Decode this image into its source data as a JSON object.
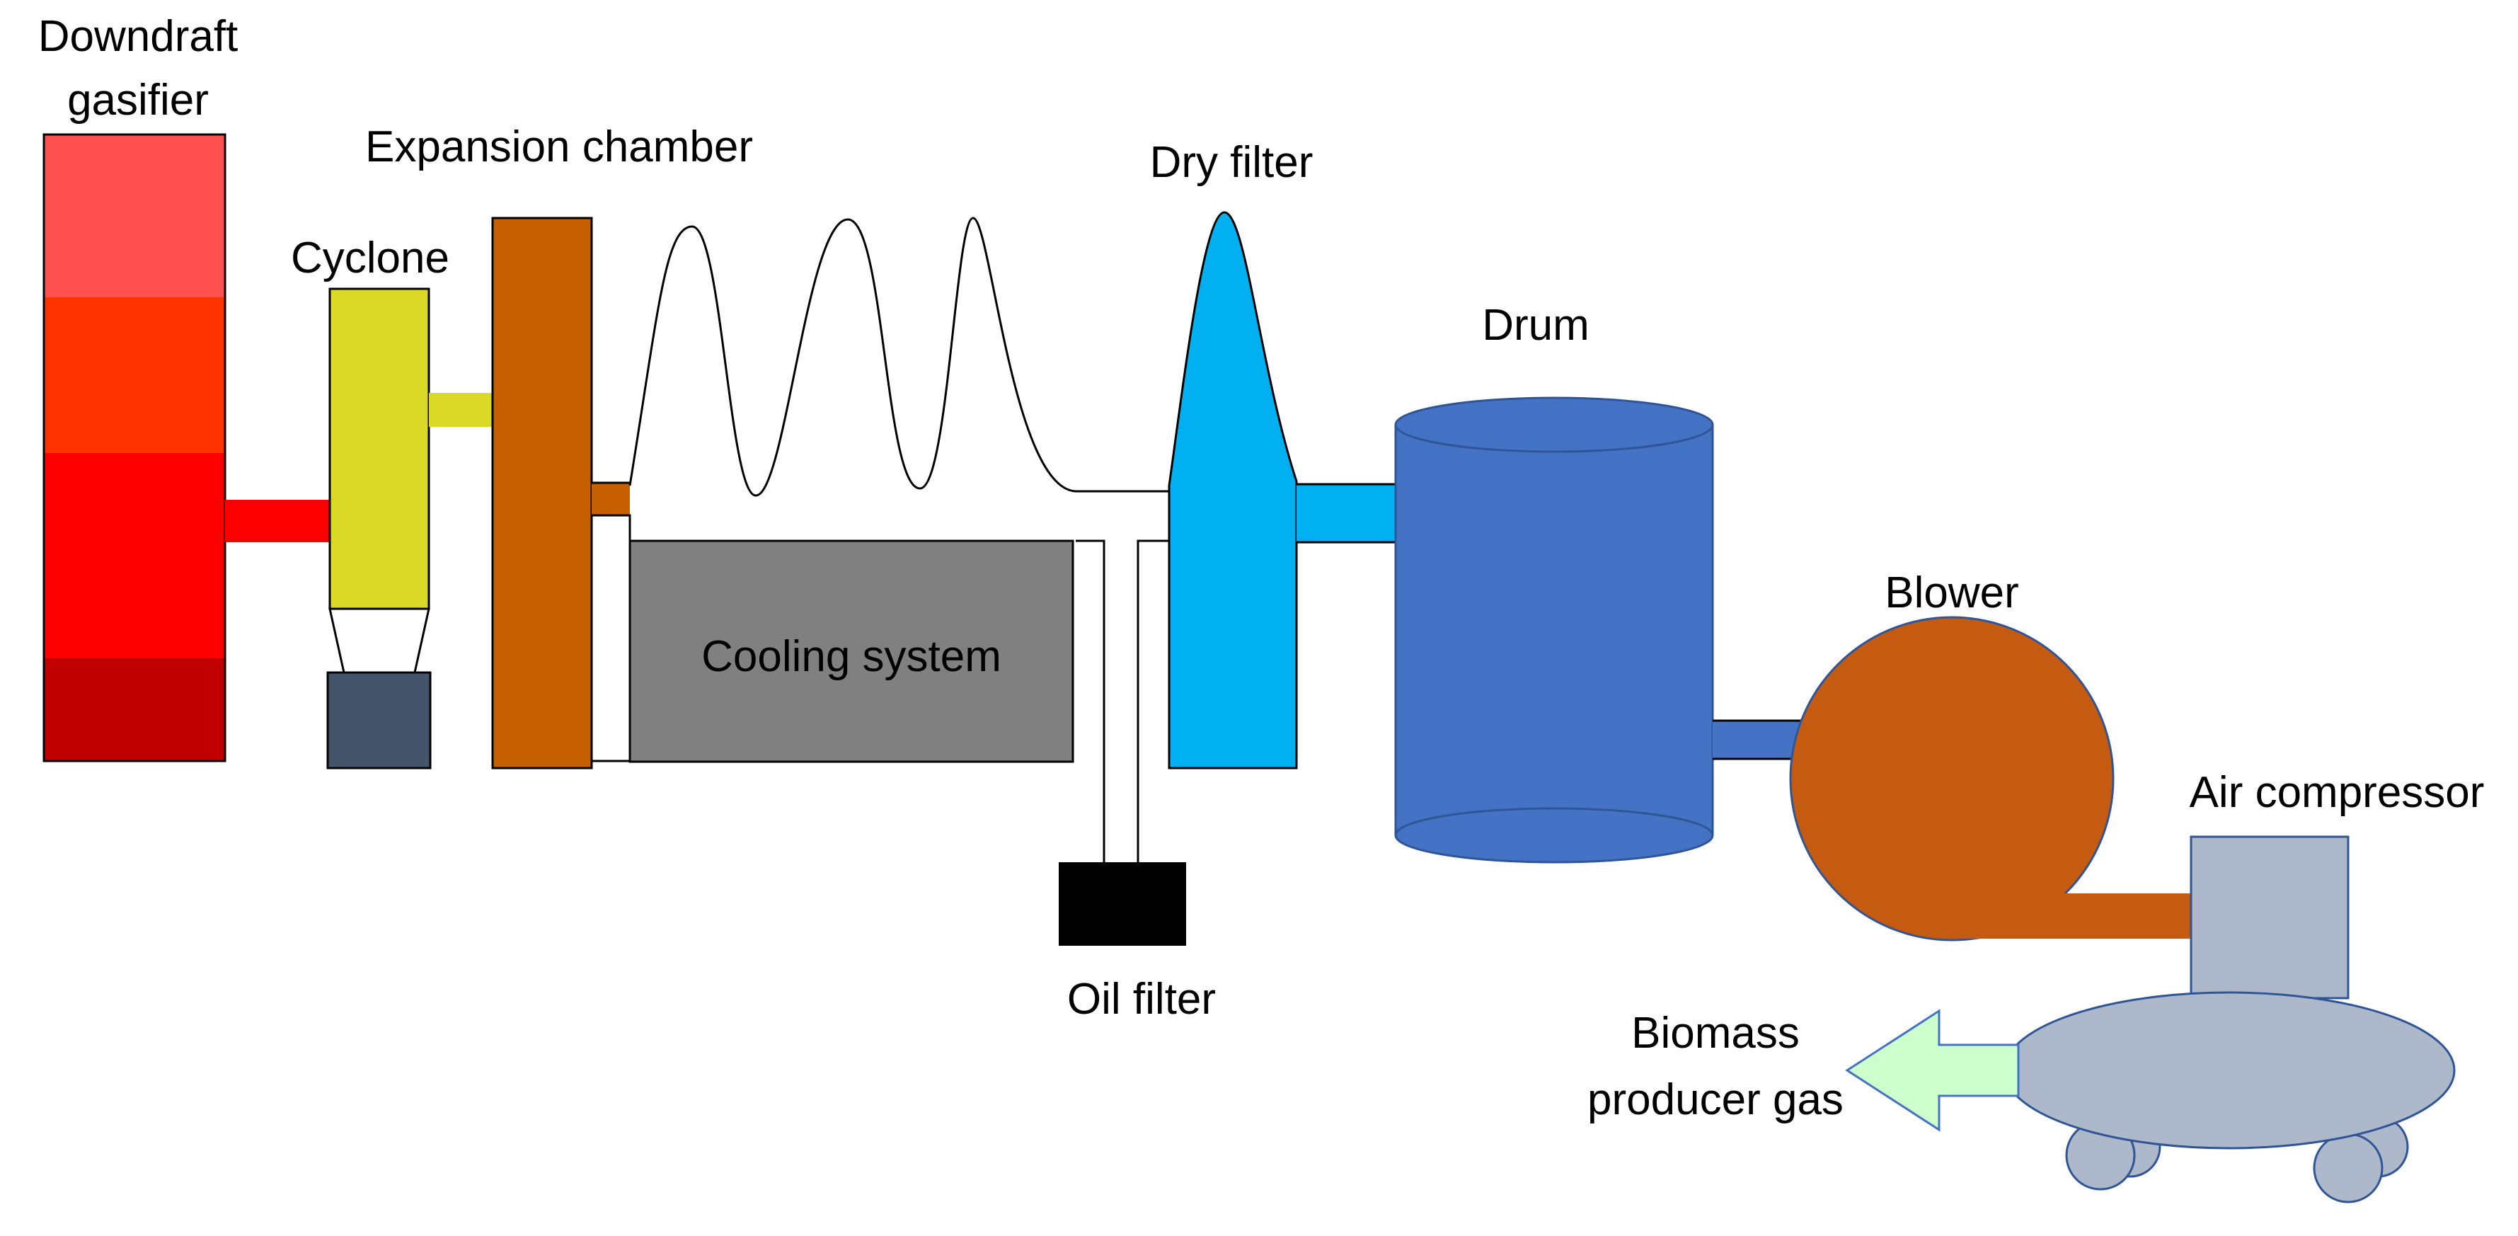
{
  "labels": {
    "gasifier_line1": "Downdraft",
    "gasifier_line2": "gasifier",
    "cyclone": "Cyclone",
    "expansion_chamber": "Expansion chamber",
    "dry_filter": "Dry filter",
    "drum": "Drum",
    "cooling_system": "Cooling system",
    "oil_filter": "Oil filter",
    "blower": "Blower",
    "air_compressor": "Air compressor",
    "output_line1": "Biomass",
    "output_line2": "producer gas"
  },
  "colors": {
    "gasifier_top": "#ff5050",
    "gasifier_upper": "#ff3300",
    "gasifier_middle": "#ff0000",
    "gasifier_bottom": "#c00000",
    "cyclone": "#d9d926",
    "cyclone_bin": "#44546a",
    "expansion_chamber": "#c65f00",
    "cooling_system": "#808080",
    "oil_filter": "#000000",
    "dry_filter": "#00b0f0",
    "drum": "#4472c4",
    "blower": "#c55a11",
    "air_compressor": "#adb9ca",
    "output_arrow": "#ccffcc"
  }
}
